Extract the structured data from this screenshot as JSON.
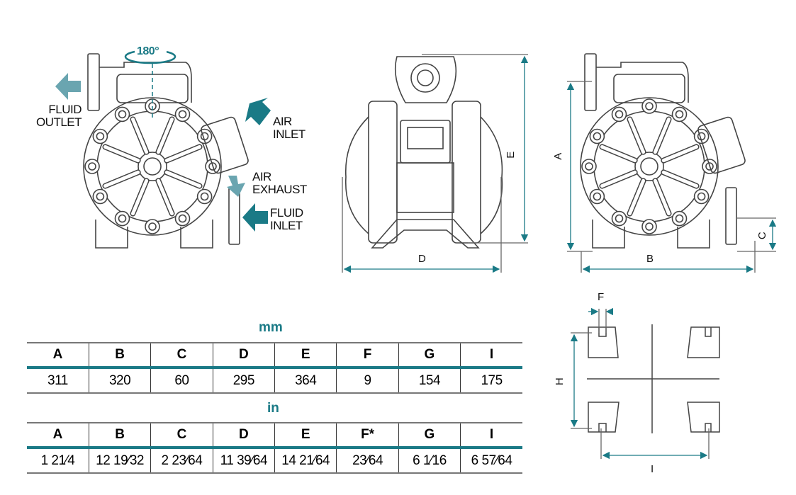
{
  "colors": {
    "accent": "#1a7a86",
    "accent_light": "#6aa5b0",
    "line": "#444444"
  },
  "side_view": {
    "rotation": "180°",
    "fluid_outlet": [
      "FLUID",
      "OUTLET"
    ],
    "air_inlet": [
      "AIR",
      "INLET"
    ],
    "air_exhaust": [
      "AIR",
      "EXHAUST"
    ],
    "fluid_inlet": [
      "FLUID",
      "INLET"
    ]
  },
  "dimension_labels": {
    "A": "A",
    "B": "B",
    "C": "C",
    "D": "D",
    "E": "E",
    "F": "F",
    "H": "H",
    "I": "I"
  },
  "mm_table": {
    "unit": "mm",
    "headers": [
      "A",
      "B",
      "C",
      "D",
      "E",
      "F",
      "G",
      "I"
    ],
    "values": [
      "311",
      "320",
      "60",
      "295",
      "364",
      "9",
      "154",
      "175"
    ]
  },
  "in_table": {
    "unit": "in",
    "headers": [
      "A",
      "B",
      "C",
      "D",
      "E",
      "F*",
      "G",
      "I"
    ],
    "values": [
      "1 21⁄4",
      "12 19⁄32",
      "2 23⁄64",
      "11 39⁄64",
      "14 21⁄64",
      "23⁄64",
      "6 1⁄16",
      "6 57⁄64"
    ]
  }
}
